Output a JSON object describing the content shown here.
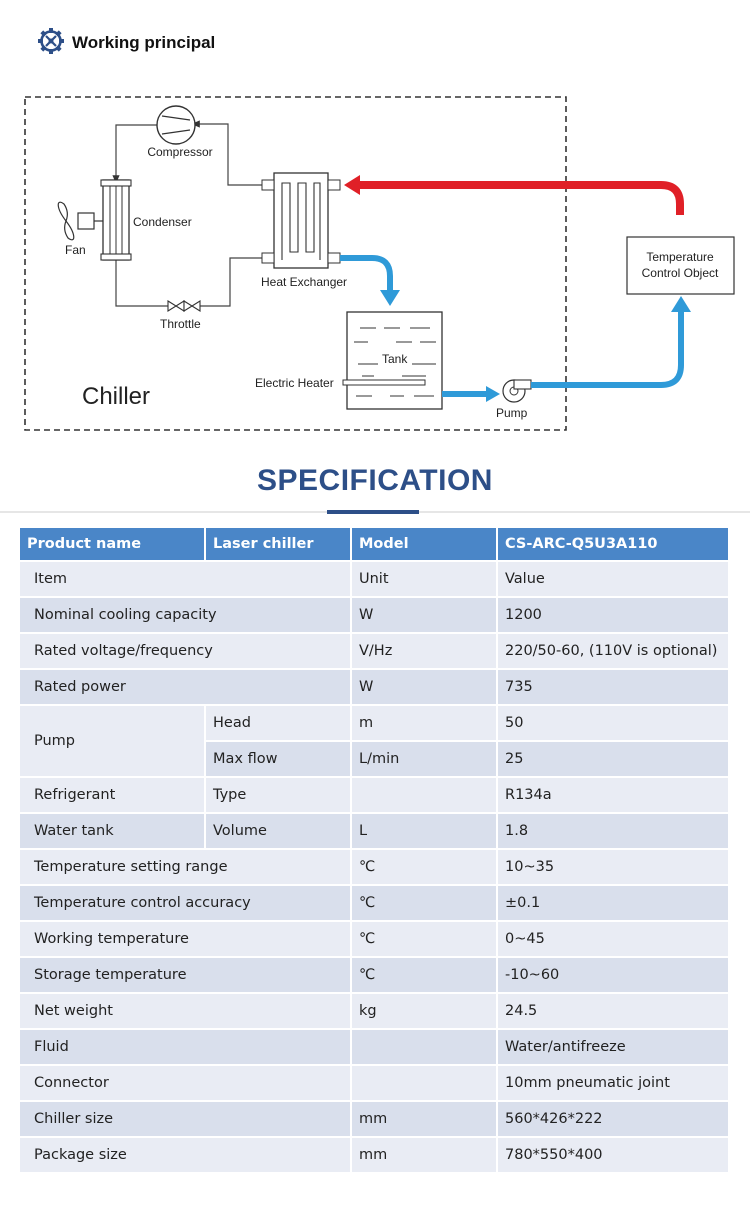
{
  "header": {
    "title": "Working principal",
    "icon": "gear-icon"
  },
  "diagram": {
    "labels": {
      "compressor": "Compressor",
      "condenser": "Condenser",
      "fan": "Fan",
      "throttle": "Throttle",
      "heat_exchanger": "Heat Exchanger",
      "tank": "Tank",
      "electric_heater": "Electric Heater",
      "pump": "Pump",
      "chiller": "Chiller",
      "temp_object_line1": "Temperature",
      "temp_object_line2": "Control Object"
    },
    "colors": {
      "hot_pipe": "#e02027",
      "cold_pipe": "#2f9ad8",
      "accent": "#2d4f88"
    }
  },
  "spec": {
    "title": "SPECIFICATION",
    "header": [
      "Product name",
      "Laser chiller",
      "Model",
      "CS-ARC-Q5U3A110"
    ],
    "rows": {
      "item": {
        "label": "Item",
        "unit": "Unit",
        "value": "Value"
      },
      "capacity": {
        "label": "Nominal cooling capacity",
        "unit": "W",
        "value": "1200"
      },
      "voltage": {
        "label": "Rated voltage/frequency",
        "unit": "V/Hz",
        "value": "220/50-60, (110V is optional)"
      },
      "power": {
        "label": "Rated power",
        "unit": "W",
        "value": "735"
      },
      "pump": {
        "label": "Pump",
        "head": {
          "sub": "Head",
          "unit": "m",
          "value": "50"
        },
        "flow": {
          "sub": "Max flow",
          "unit": "L/min",
          "value": "25"
        }
      },
      "refrigerant": {
        "label": "Refrigerant",
        "sub": "Type",
        "unit": "",
        "value": "R134a"
      },
      "tank": {
        "label": "Water tank",
        "sub": "Volume",
        "unit": "L",
        "value": "1.8"
      },
      "setting_range": {
        "label": "Temperature setting range",
        "unit": "℃",
        "value": "10~35"
      },
      "accuracy": {
        "label": "Temperature control accuracy",
        "unit": "℃",
        "value": "±0.1"
      },
      "working_temp": {
        "label": "Working temperature",
        "unit": "℃",
        "value": "0~45"
      },
      "storage_temp": {
        "label": "Storage temperature",
        "unit": "℃",
        "value": "-10~60"
      },
      "weight": {
        "label": "Net weight",
        "unit": "kg",
        "value": "24.5"
      },
      "fluid": {
        "label": "Fluid",
        "unit": "",
        "value": "Water/antifreeze"
      },
      "connector": {
        "label": "Connector",
        "unit": "",
        "value": "10mm pneumatic joint"
      },
      "chiller_size": {
        "label": "Chiller size",
        "unit": "mm",
        "value": "560*426*222"
      },
      "package_size": {
        "label": "Package size",
        "unit": "mm",
        "value": "780*550*400"
      }
    }
  }
}
